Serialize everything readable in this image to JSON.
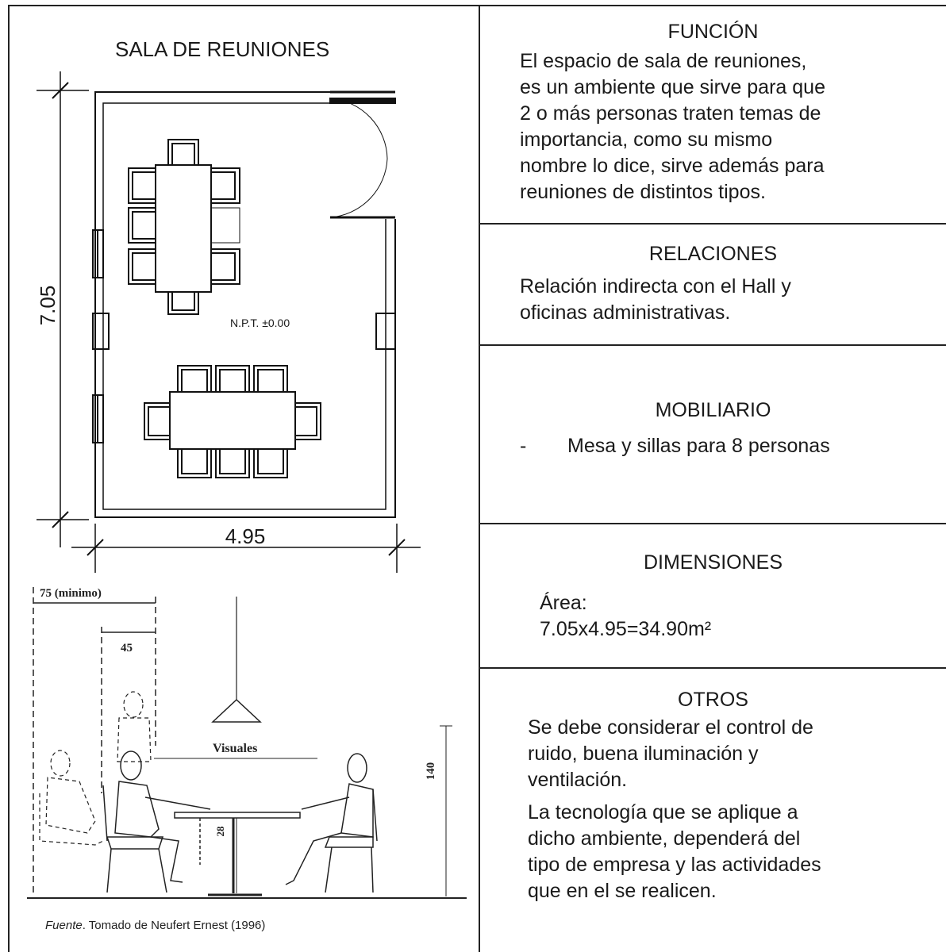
{
  "left": {
    "title": "SALA DE REUNIONES",
    "plan": {
      "dim_height": "7.05",
      "dim_width": "4.95",
      "level_label": "N.P.T. ±0.00"
    },
    "section_drawing": {
      "label_75": "75 (minimo)",
      "label_45": "45",
      "label_visuales": "Visuales",
      "label_140": "140",
      "label_28": "28"
    },
    "caption_italic": "Fuente",
    "caption_rest": ". Tomado de Neufert Ernest (1996)"
  },
  "right": {
    "funcion": {
      "title": "FUNCIÓN",
      "lines": [
        "El espacio de sala de reuniones,",
        "es un ambiente que sirve para que",
        "2 o más personas traten temas de",
        "importancia, como su mismo",
        "nombre lo dice, sirve además para",
        "reuniones de distintos tipos."
      ]
    },
    "relaciones": {
      "title": "RELACIONES",
      "lines": [
        "Relación indirecta con el Hall y",
        "oficinas administrativas."
      ]
    },
    "mobiliario": {
      "title": "MOBILIARIO",
      "bullet": "-",
      "item": "Mesa y sillas para 8 personas"
    },
    "dimensiones": {
      "title": "DIMENSIONES",
      "area_label": "Área:",
      "area_value": "7.05x4.95=34.90m²"
    },
    "otros": {
      "title": "OTROS",
      "para1": [
        "Se debe considerar el control de",
        "ruido, buena iluminación y",
        "ventilación."
      ],
      "para2": [
        "La tecnología que se aplique a",
        "dicho ambiente, dependerá del",
        "tipo de empresa y las actividades",
        "que en el se realicen."
      ]
    }
  }
}
